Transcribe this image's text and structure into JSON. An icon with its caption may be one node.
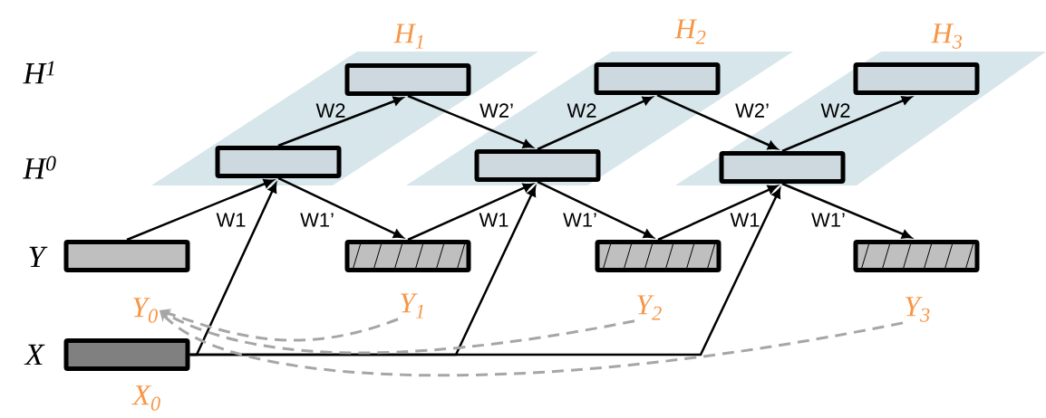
{
  "diagram": {
    "nodes": [
      {
        "text": [],
        "shape": "box"
      },
      {
        "text": [],
        "shape": "box",
        "beside": [
          "H$_{1}$"
        ]
      },
      {
        "text": [],
        "shape": "box"
      },
      {
        "text": [],
        "shape": "box",
        "beside": [
          "H$_{2}$"
        ]
      },
      {
        "text": [],
        "shape": "box"
      },
      {
        "text": [],
        "shape": "box",
        "beside": [
          "H$_{3}$"
        ]
      },
      {
        "text": [],
        "shape": "box"
      },
      {
        "text": [],
        "shape": "box"
      },
      {
        "text": [],
        "shape": "box"
      },
      {
        "text": [],
        "shape": "box"
      },
      {
        "text": [],
        "shape": "box",
        "beside": [
          "X$_{0}$"
        ]
      },
      {
        "text": [
          "Y$_{0}$"
        ]
      },
      {
        "text": [
          "Y$_{1}$"
        ]
      },
      {
        "text": [
          "Y$_{2}$"
        ]
      },
      {
        "text": [
          "Y$_{3}$"
        ]
      }
    ],
    "edges": [
      {
        "from": 6,
        "to": 0,
        "arrow": "to",
        "label": "W1"
      },
      {
        "from": 10,
        "to": 0,
        "arrow": "to"
      },
      {
        "from": 0,
        "to": 1,
        "arrow": "to",
        "label": "W2"
      },
      {
        "from": 1,
        "to": 2,
        "arrow": "to",
        "label": "W2’"
      },
      {
        "from": 0,
        "to": 7,
        "arrow": "to",
        "label": "W1’"
      },
      {
        "from": 7,
        "to": 2,
        "arrow": "to",
        "label": "W1"
      },
      {
        "from": 10,
        "to": 2,
        "arrow": "to"
      },
      {
        "from": 2,
        "to": 3,
        "arrow": "to",
        "label": "W2"
      },
      {
        "from": 3,
        "to": 4,
        "arrow": "to",
        "label": "W2’"
      },
      {
        "from": 2,
        "to": 8,
        "arrow": "to",
        "label": "W1’"
      },
      {
        "from": 8,
        "to": 4,
        "arrow": "to",
        "label": "W1"
      },
      {
        "from": 10,
        "to": 4,
        "arrow": "to"
      },
      {
        "from": 4,
        "to": 5,
        "arrow": "to",
        "label": "W2"
      },
      {
        "from": 4,
        "to": 9,
        "arrow": "to",
        "label": "W1’"
      },
      {
        "from": 12,
        "to": 11,
        "arrow": "to",
        "style": "dashed",
        "color": "#a6a6a6"
      },
      {
        "from": 13,
        "to": 11,
        "arrow": "to",
        "style": "dashed",
        "color": "#a6a6a6"
      },
      {
        "from": 14,
        "to": 11,
        "arrow": "to",
        "style": "dashed",
        "color": "#a6a6a6"
      }
    ],
    "labels": [
      "H$^{1}$",
      "H$^{0}$",
      "Y",
      "X"
    ]
  }
}
